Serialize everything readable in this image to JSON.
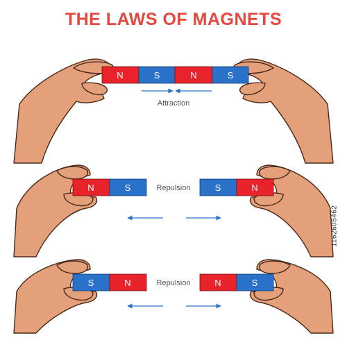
{
  "title": "THE LAWS OF MAGNETS",
  "side_id": "1162605462",
  "colors": {
    "title": "#e8463f",
    "north": "#e8232b",
    "south": "#2a72c9",
    "skin": "#e3a07a",
    "skin_shadow": "#c97e57",
    "outline": "#4a2a1a",
    "arrow": "#2a72c9",
    "label": "#555555"
  },
  "panels": [
    {
      "name": "attraction",
      "label": "Attraction",
      "arrow_direction": "inward",
      "magnets": [
        {
          "poles": [
            "N",
            "S"
          ]
        },
        {
          "poles": [
            "N",
            "S"
          ]
        }
      ]
    },
    {
      "name": "repulsion-1",
      "label": "Repulsion",
      "arrow_direction": "outward",
      "magnets": [
        {
          "poles": [
            "N",
            "S"
          ]
        },
        {
          "poles": [
            "S",
            "N"
          ]
        }
      ]
    },
    {
      "name": "repulsion-2",
      "label": "Repulsion",
      "arrow_direction": "outward",
      "magnets": [
        {
          "poles": [
            "S",
            "N"
          ]
        },
        {
          "poles": [
            "N",
            "S"
          ]
        }
      ]
    }
  ]
}
